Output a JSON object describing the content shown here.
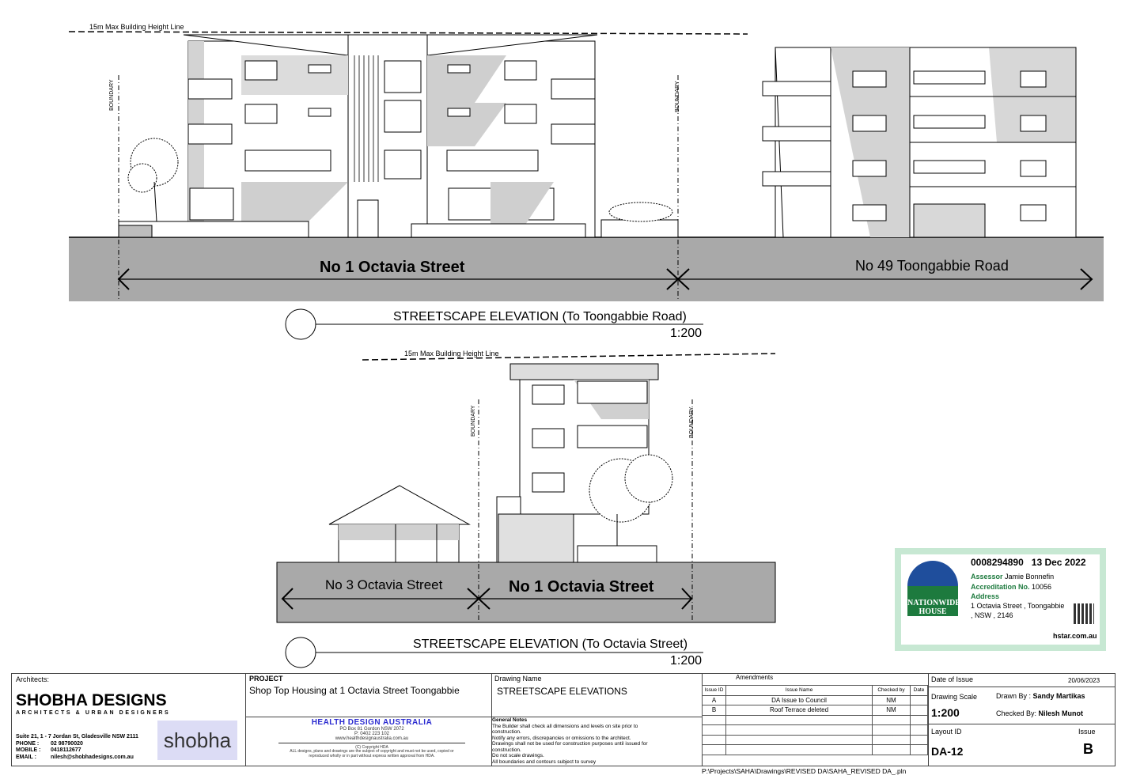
{
  "elevation1": {
    "height_line": "15m Max Building Height Line",
    "boundary_label": "BOUNDARY",
    "street_left": "No 1 Octavia Street",
    "street_right": "No 49 Toongabbie Road",
    "title": "STREETSCAPE ELEVATION (To Toongabbie Road)",
    "scale": "1:200"
  },
  "elevation2": {
    "height_line": "15m Max Building Height Line",
    "boundary_label": "BOUNDARY",
    "street_left": "No 3 Octavia Street",
    "street_right": "No 1 Octavia Street",
    "title": "STREETSCAPE ELEVATION (To Octavia Street)",
    "scale": "1:200"
  },
  "certificate": {
    "number": "0008294890",
    "date": "13 Dec 2022",
    "assessor_label": "Assessor",
    "assessor": "Jamie Bonnefin",
    "accreditation_label": "Accreditation No.",
    "accreditation": "10056",
    "address_label": "Address",
    "address_line1": "1 Octavia Street , Toongabbie",
    "address_line2": ", NSW , 2146",
    "website": "hstar.com.au",
    "logo_text": "NATIONWIDE HOUSE",
    "colors": {
      "green": "#1d7a3e",
      "blue": "#1f4e9c",
      "border": "#bfe3cc"
    }
  },
  "title_block": {
    "architects_label": "Architects:",
    "firm_name": "SHOBHA DESIGNS",
    "firm_tagline": "ARCHITECTS & URBAN DESIGNERS",
    "address": "Suite 21, 1 - 7 Jordan St, Gladesville NSW 2111",
    "phone_label": "PHONE :",
    "phone": "02 98790020",
    "mobile_label": "MOBILE :",
    "mobile": "0418112677",
    "email_label": "EMAIL :",
    "email": "nilesh@shobhadesigns.com.au",
    "logo_text": "shobha",
    "project_label": "PROJECT",
    "project": "Shop Top Housing at 1 Octavia Street Toongabbie",
    "hda_name": "HEALTH DESIGN AUSTRALIA",
    "hda_po": "PO Box 81 Gordon NSW 2072",
    "hda_phone": "P: 0402 223 102",
    "hda_web": "www.healthdesignaustralia.com.au",
    "hda_copyright": "(C) Copyright HDA",
    "hda_notice": "ALL designs, plans and drawings are the subject of copyright and must not be used, copied or reproduced wholly or in part without express written approval from HDA.",
    "drawing_name_label": "Drawing Name",
    "drawing_name": "STREETSCAPE ELEVATIONS",
    "general_notes_label": "General Notes",
    "general_notes": [
      "The Builder shall check all dimensions and levels on site prior to construction.",
      "Notify any errors, discrepancies or omissions to the architect.",
      "Drawings shall not be used for construction purposes until issued for construction.",
      "Do not scale drawings.",
      "All boundaries and contours subject to survey"
    ],
    "amendments_label": "Amendments",
    "amend_headers": [
      "Issue ID",
      "Issue Name",
      "Checked by",
      "Date"
    ],
    "amendments": [
      {
        "id": "A",
        "name": "DA Issue to Council",
        "checked": "NM",
        "date": ""
      },
      {
        "id": "B",
        "name": "Roof Terrace deleted",
        "checked": "NM",
        "date": ""
      }
    ],
    "date_of_issue_label": "Date of Issue",
    "date_of_issue": "20/06/2023",
    "drawing_scale_label": "Drawing Scale",
    "drawing_scale": "1:200",
    "drawn_by_label": "Drawn By   :",
    "drawn_by": "Sandy Martikas",
    "checked_by_label": "Checked By:",
    "checked_by": "Nilesh Munot",
    "layout_id_label": "Layout ID",
    "layout_id": "DA-12",
    "issue_label": "Issue",
    "issue": "B",
    "file_path": "P:\\Projects\\SAHA\\Drawings\\REVISED DA\\SAHA_REVISED DA_.pln"
  }
}
